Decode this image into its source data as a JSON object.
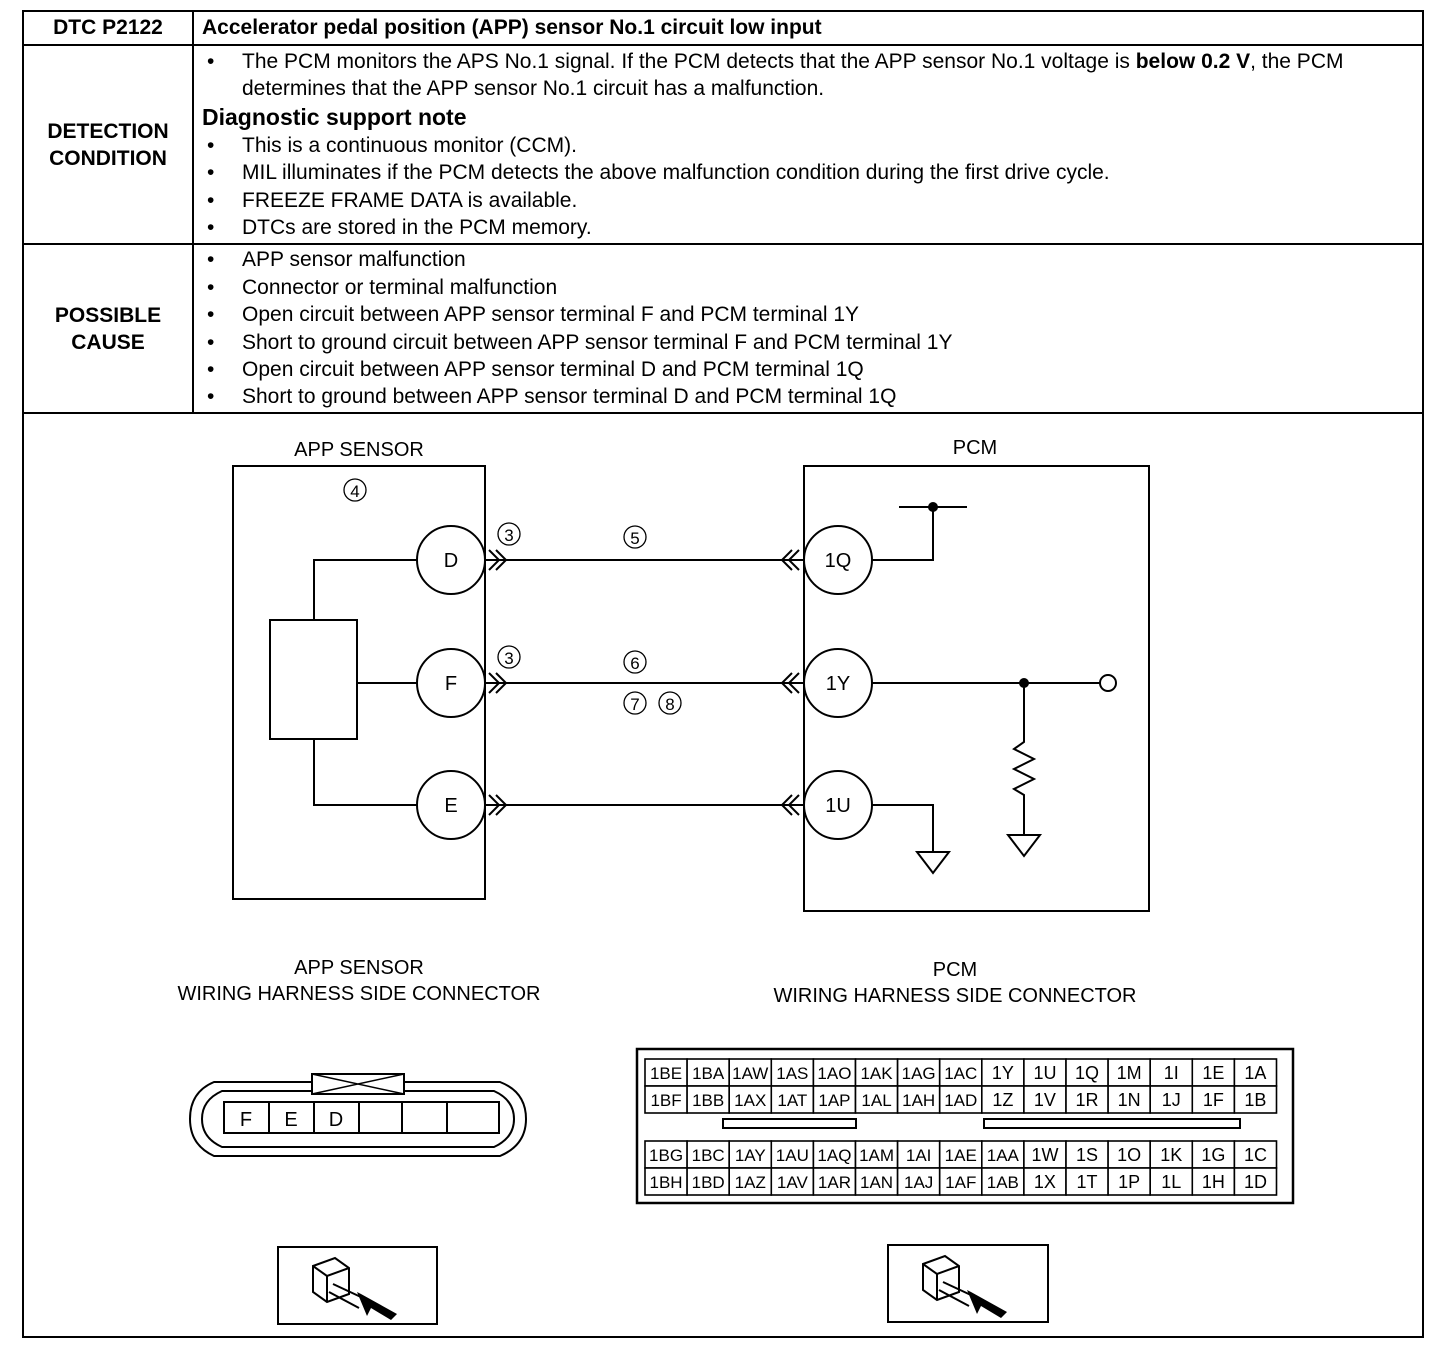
{
  "header": {
    "code": "DTC P2122",
    "title": "Accelerator pedal position (APP) sensor No.1 circuit low input"
  },
  "detection": {
    "label_line1": "DETECTION",
    "label_line2": "CONDITION",
    "item1_pre": "The PCM monitors the APS No.1 signal. If the PCM detects that the APP sensor No.1 voltage is ",
    "item1_bold": "below 0.2 V",
    "item1_post": ", the PCM determines that the APP sensor No.1 circuit has a malfunction.",
    "support_heading": "Diagnostic support note",
    "support_items": [
      "This is a continuous monitor (CCM).",
      "MIL illuminates if the PCM detects the above malfunction condition during the first drive cycle.",
      "FREEZE FRAME DATA is available.",
      "DTCs are stored in the PCM memory."
    ]
  },
  "possible_cause": {
    "label_line1": "POSSIBLE",
    "label_line2": "CAUSE",
    "items": [
      "APP sensor malfunction",
      "Connector or terminal malfunction",
      "Open circuit between APP sensor terminal F and PCM terminal 1Y",
      "Short to ground circuit between APP sensor terminal F and PCM terminal 1Y",
      "Open circuit between APP sensor terminal D and PCM terminal 1Q",
      "Short to ground between APP sensor terminal D and PCM terminal 1Q"
    ]
  },
  "diagram": {
    "sensor_title": "APP SENSOR",
    "pcm_title": "PCM",
    "sensor_terminals": [
      "D",
      "F",
      "E"
    ],
    "pcm_terminals": [
      "1Q",
      "1Y",
      "1U"
    ],
    "callouts": {
      "sensor_box": "④",
      "wire_d_conn": "③",
      "wire_f_conn": "③",
      "wire_d": "⑤",
      "wire_f_top": "⑥",
      "wire_f_bottom": "⑦ ⑧"
    },
    "sensor_connector_title1": "APP SENSOR",
    "sensor_connector_title2": "WIRING HARNESS SIDE CONNECTOR",
    "pcm_connector_title1": "PCM",
    "pcm_connector_title2": "WIRING HARNESS SIDE CONNECTOR",
    "sensor_connector_pins": [
      "F",
      "E",
      "D",
      "",
      "",
      ""
    ],
    "pcm_connector_rows": [
      [
        "1BE",
        "1BA",
        "1AW",
        "1AS",
        "1AO",
        "1AK",
        "1AG",
        "1AC",
        "1Y",
        "1U",
        "1Q",
        "1M",
        "1I",
        "1E",
        "1A"
      ],
      [
        "1BF",
        "1BB",
        "1AX",
        "1AT",
        "1AP",
        "1AL",
        "1AH",
        "1AD",
        "1Z",
        "1V",
        "1R",
        "1N",
        "1J",
        "1F",
        "1B"
      ],
      [
        "1BG",
        "1BC",
        "1AY",
        "1AU",
        "1AQ",
        "1AM",
        "1AI",
        "1AE",
        "1AA",
        "1W",
        "1S",
        "1O",
        "1K",
        "1G",
        "1C"
      ],
      [
        "1BH",
        "1BD",
        "1AZ",
        "1AV",
        "1AR",
        "1AN",
        "1AJ",
        "1AF",
        "1AB",
        "1X",
        "1T",
        "1P",
        "1L",
        "1H",
        "1D"
      ]
    ]
  }
}
